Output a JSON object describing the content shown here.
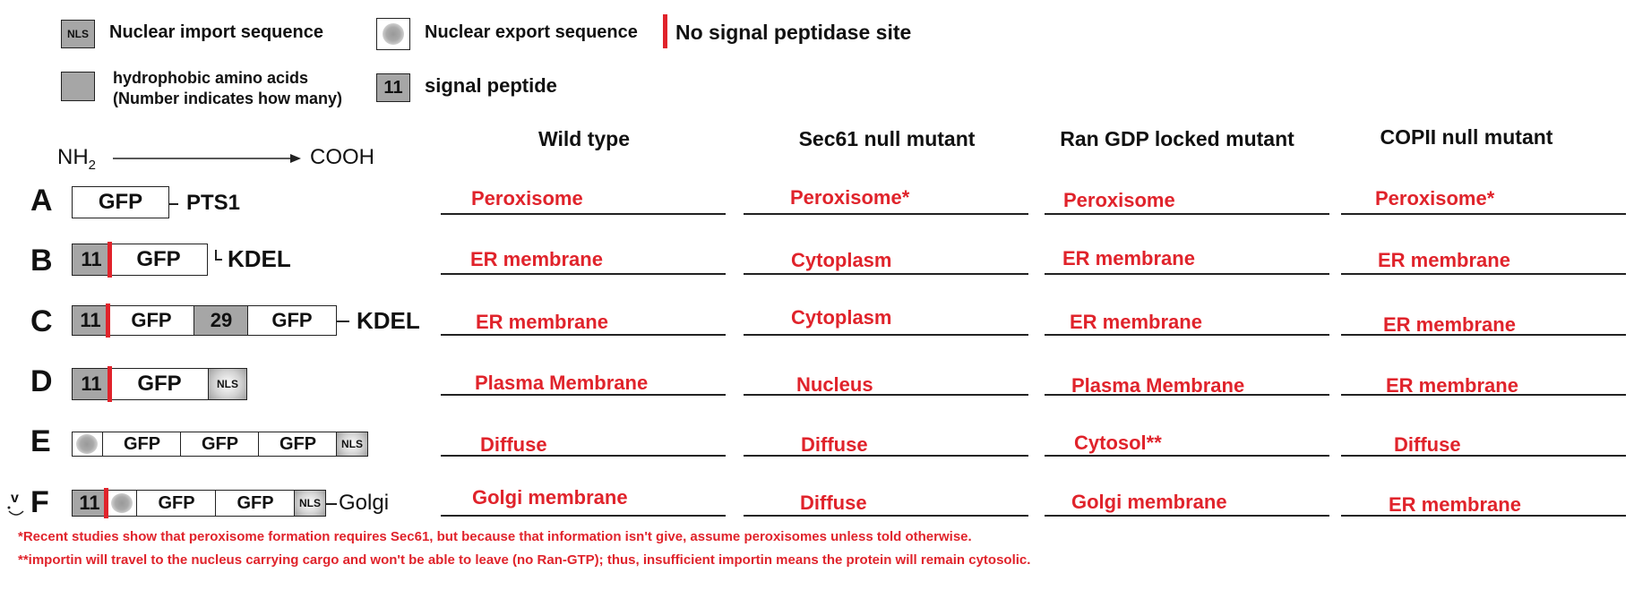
{
  "legend": {
    "nls_box_label": "NLS",
    "nls_text": "Nuclear import sequence",
    "nes_text": "Nuclear export sequence",
    "no_sp_text": "No signal peptidase site",
    "hydro_line1": "hydrophobic amino acids",
    "hydro_line2": "(Number indicates how many)",
    "sp_box_label": "11",
    "sp_text": "signal peptide",
    "nh2_base": "NH",
    "nh2_sub": "2",
    "cooh": "COOH",
    "colors": {
      "hydrophobic": "#a6a6a6",
      "no_signal_peptidase": "#e0232b",
      "answer_text": "#e0232b"
    }
  },
  "columns": [
    "Wild type",
    "Sec61 null mutant",
    "Ran GDP locked mutant",
    "COPII null mutant"
  ],
  "rows": [
    {
      "letter": "A",
      "answers": [
        "Peroxisome",
        "Peroxisome*",
        "Peroxisome",
        "Peroxisome*"
      ]
    },
    {
      "letter": "B",
      "answers": [
        "ER membrane",
        "Cytoplasm",
        "ER membrane",
        "ER membrane"
      ]
    },
    {
      "letter": "C",
      "answers": [
        "ER membrane",
        "Cytoplasm",
        "ER membrane",
        "ER membrane"
      ]
    },
    {
      "letter": "D",
      "answers": [
        "Plasma Membrane",
        "Nucleus",
        "Plasma Membrane",
        "ER membrane"
      ]
    },
    {
      "letter": "E",
      "answers": [
        "Diffuse",
        "Diffuse",
        "Cytosol**",
        "Diffuse"
      ]
    },
    {
      "letter": "F",
      "answers": [
        "Golgi membrane",
        "Diffuse",
        "Golgi membrane",
        "ER membrane"
      ]
    }
  ],
  "constructs": {
    "A": {
      "gfp": "GFP",
      "tail": "PTS1"
    },
    "B": {
      "sp": "11",
      "gfp": "GFP",
      "tail": "KDEL"
    },
    "C": {
      "sp": "11",
      "gfp1": "GFP",
      "hydro": "29",
      "gfp2": "GFP",
      "tail": "KDEL"
    },
    "D": {
      "sp": "11",
      "gfp": "GFP",
      "nls": "NLS"
    },
    "E": {
      "gfp1": "GFP",
      "gfp2": "GFP",
      "gfp3": "GFP",
      "nls": "NLS"
    },
    "F": {
      "sp": "11",
      "gfp1": "GFP",
      "gfp2": "GFP",
      "nls": "NLS",
      "tail": "Golgi"
    }
  },
  "footnotes": [
    "*Recent studies show that peroxisome formation requires Sec61, but because that information isn't give, assume peroxisomes unless told otherwise.",
    "**importin will travel to the nucleus carrying cargo and won't be able to leave (no Ran-GTP); thus, insufficient importin means the protein will remain cytosolic."
  ],
  "side_mark": "v"
}
